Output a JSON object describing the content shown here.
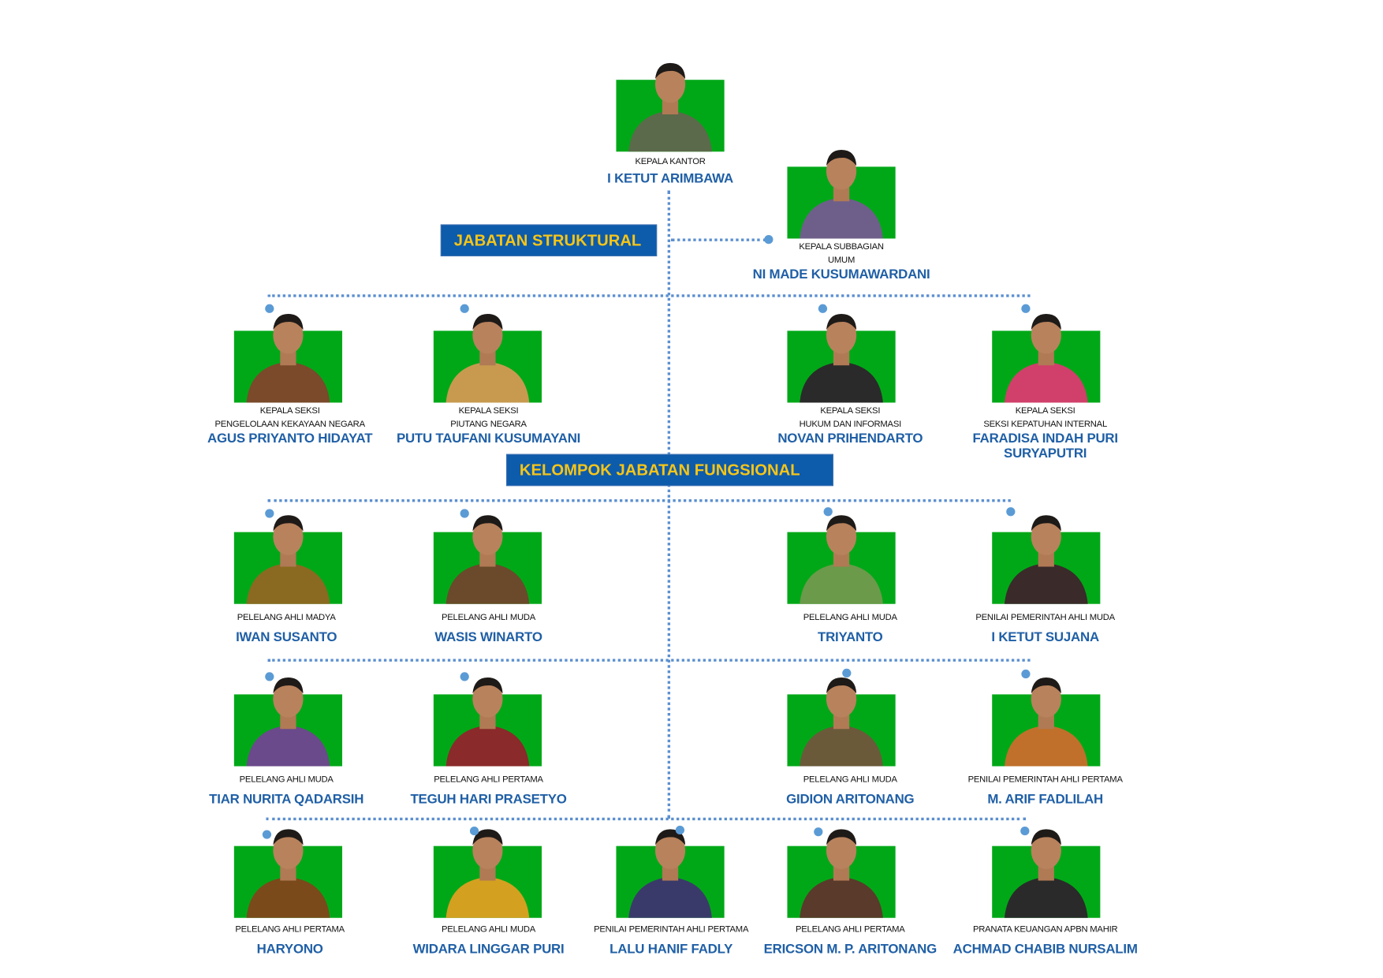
{
  "sections": {
    "structural": "JABATAN STRUKTURAL",
    "functional": "KELOMPOK JABATAN FUNGSIONAL"
  },
  "people": [
    {
      "role": "KEPALA KANTOR",
      "unit": "",
      "name": "I KETUT ARIMBAWA"
    },
    {
      "role": "KEPALA SUBBAGIAN",
      "unit": "UMUM",
      "name": "NI MADE KUSUMAWARDANI"
    },
    {
      "role": "KEPALA SEKSI",
      "unit": "PENGELOLAAN KEKAYAAN NEGARA",
      "name": "AGUS PRIYANTO HIDAYAT"
    },
    {
      "role": "KEPALA SEKSI",
      "unit": "PIUTANG NEGARA",
      "name": "PUTU TAUFANI KUSUMAYANI"
    },
    {
      "role": "KEPALA SEKSI",
      "unit": "HUKUM DAN INFORMASI",
      "name": "NOVAN PRIHENDARTO"
    },
    {
      "role": "KEPALA SEKSI",
      "unit": "SEKSI KEPATUHAN INTERNAL",
      "name": "FARADISA INDAH PURI SURYAPUTRI"
    },
    {
      "role": "PELELANG AHLI MADYA",
      "unit": "",
      "name": "IWAN SUSANTO"
    },
    {
      "role": "PELELANG AHLI MUDA",
      "unit": "",
      "name": "WASIS WINARTO"
    },
    {
      "role": "PELELANG AHLI MUDA",
      "unit": "",
      "name": "TRIYANTO"
    },
    {
      "role": "PENILAI PEMERINTAH AHLI MUDA",
      "unit": "",
      "name": "I KETUT SUJANA"
    },
    {
      "role": "PELELANG AHLI MUDA",
      "unit": "",
      "name": "TIAR NURITA QADARSIH"
    },
    {
      "role": "PELELANG AHLI PERTAMA",
      "unit": "",
      "name": "TEGUH HARI PRASETYO"
    },
    {
      "role": "PELELANG AHLI MUDA",
      "unit": "",
      "name": "GIDION ARITONANG"
    },
    {
      "role": "PENILAI PEMERINTAH AHLI PERTAMA",
      "unit": "",
      "name": "M. ARIF FADLILAH"
    },
    {
      "role": "PELELANG AHLI PERTAMA",
      "unit": "",
      "name": "HARYONO"
    },
    {
      "role": "PELELANG AHLI MUDA",
      "unit": "",
      "name": "WIDARA LINGGAR PURI"
    },
    {
      "role": "PENILAI PEMERINTAH AHLI PERTAMA",
      "unit": "",
      "name": "LALU HANIF FADLY"
    },
    {
      "role": "PELELANG AHLI PERTAMA",
      "unit": "",
      "name": "ERICSON M. P. ARITONANG"
    },
    {
      "role": "PRANATA KEUANGAN APBN MAHIR",
      "unit": "",
      "name": "ACHMAD CHABIB NURSALIM"
    }
  ],
  "colors": {
    "photo_bg": "#00a817",
    "name": "#1f5fa6",
    "banner": "#0d5bab",
    "banner_text": "#f5c518",
    "connector": "#5b8fd0"
  }
}
